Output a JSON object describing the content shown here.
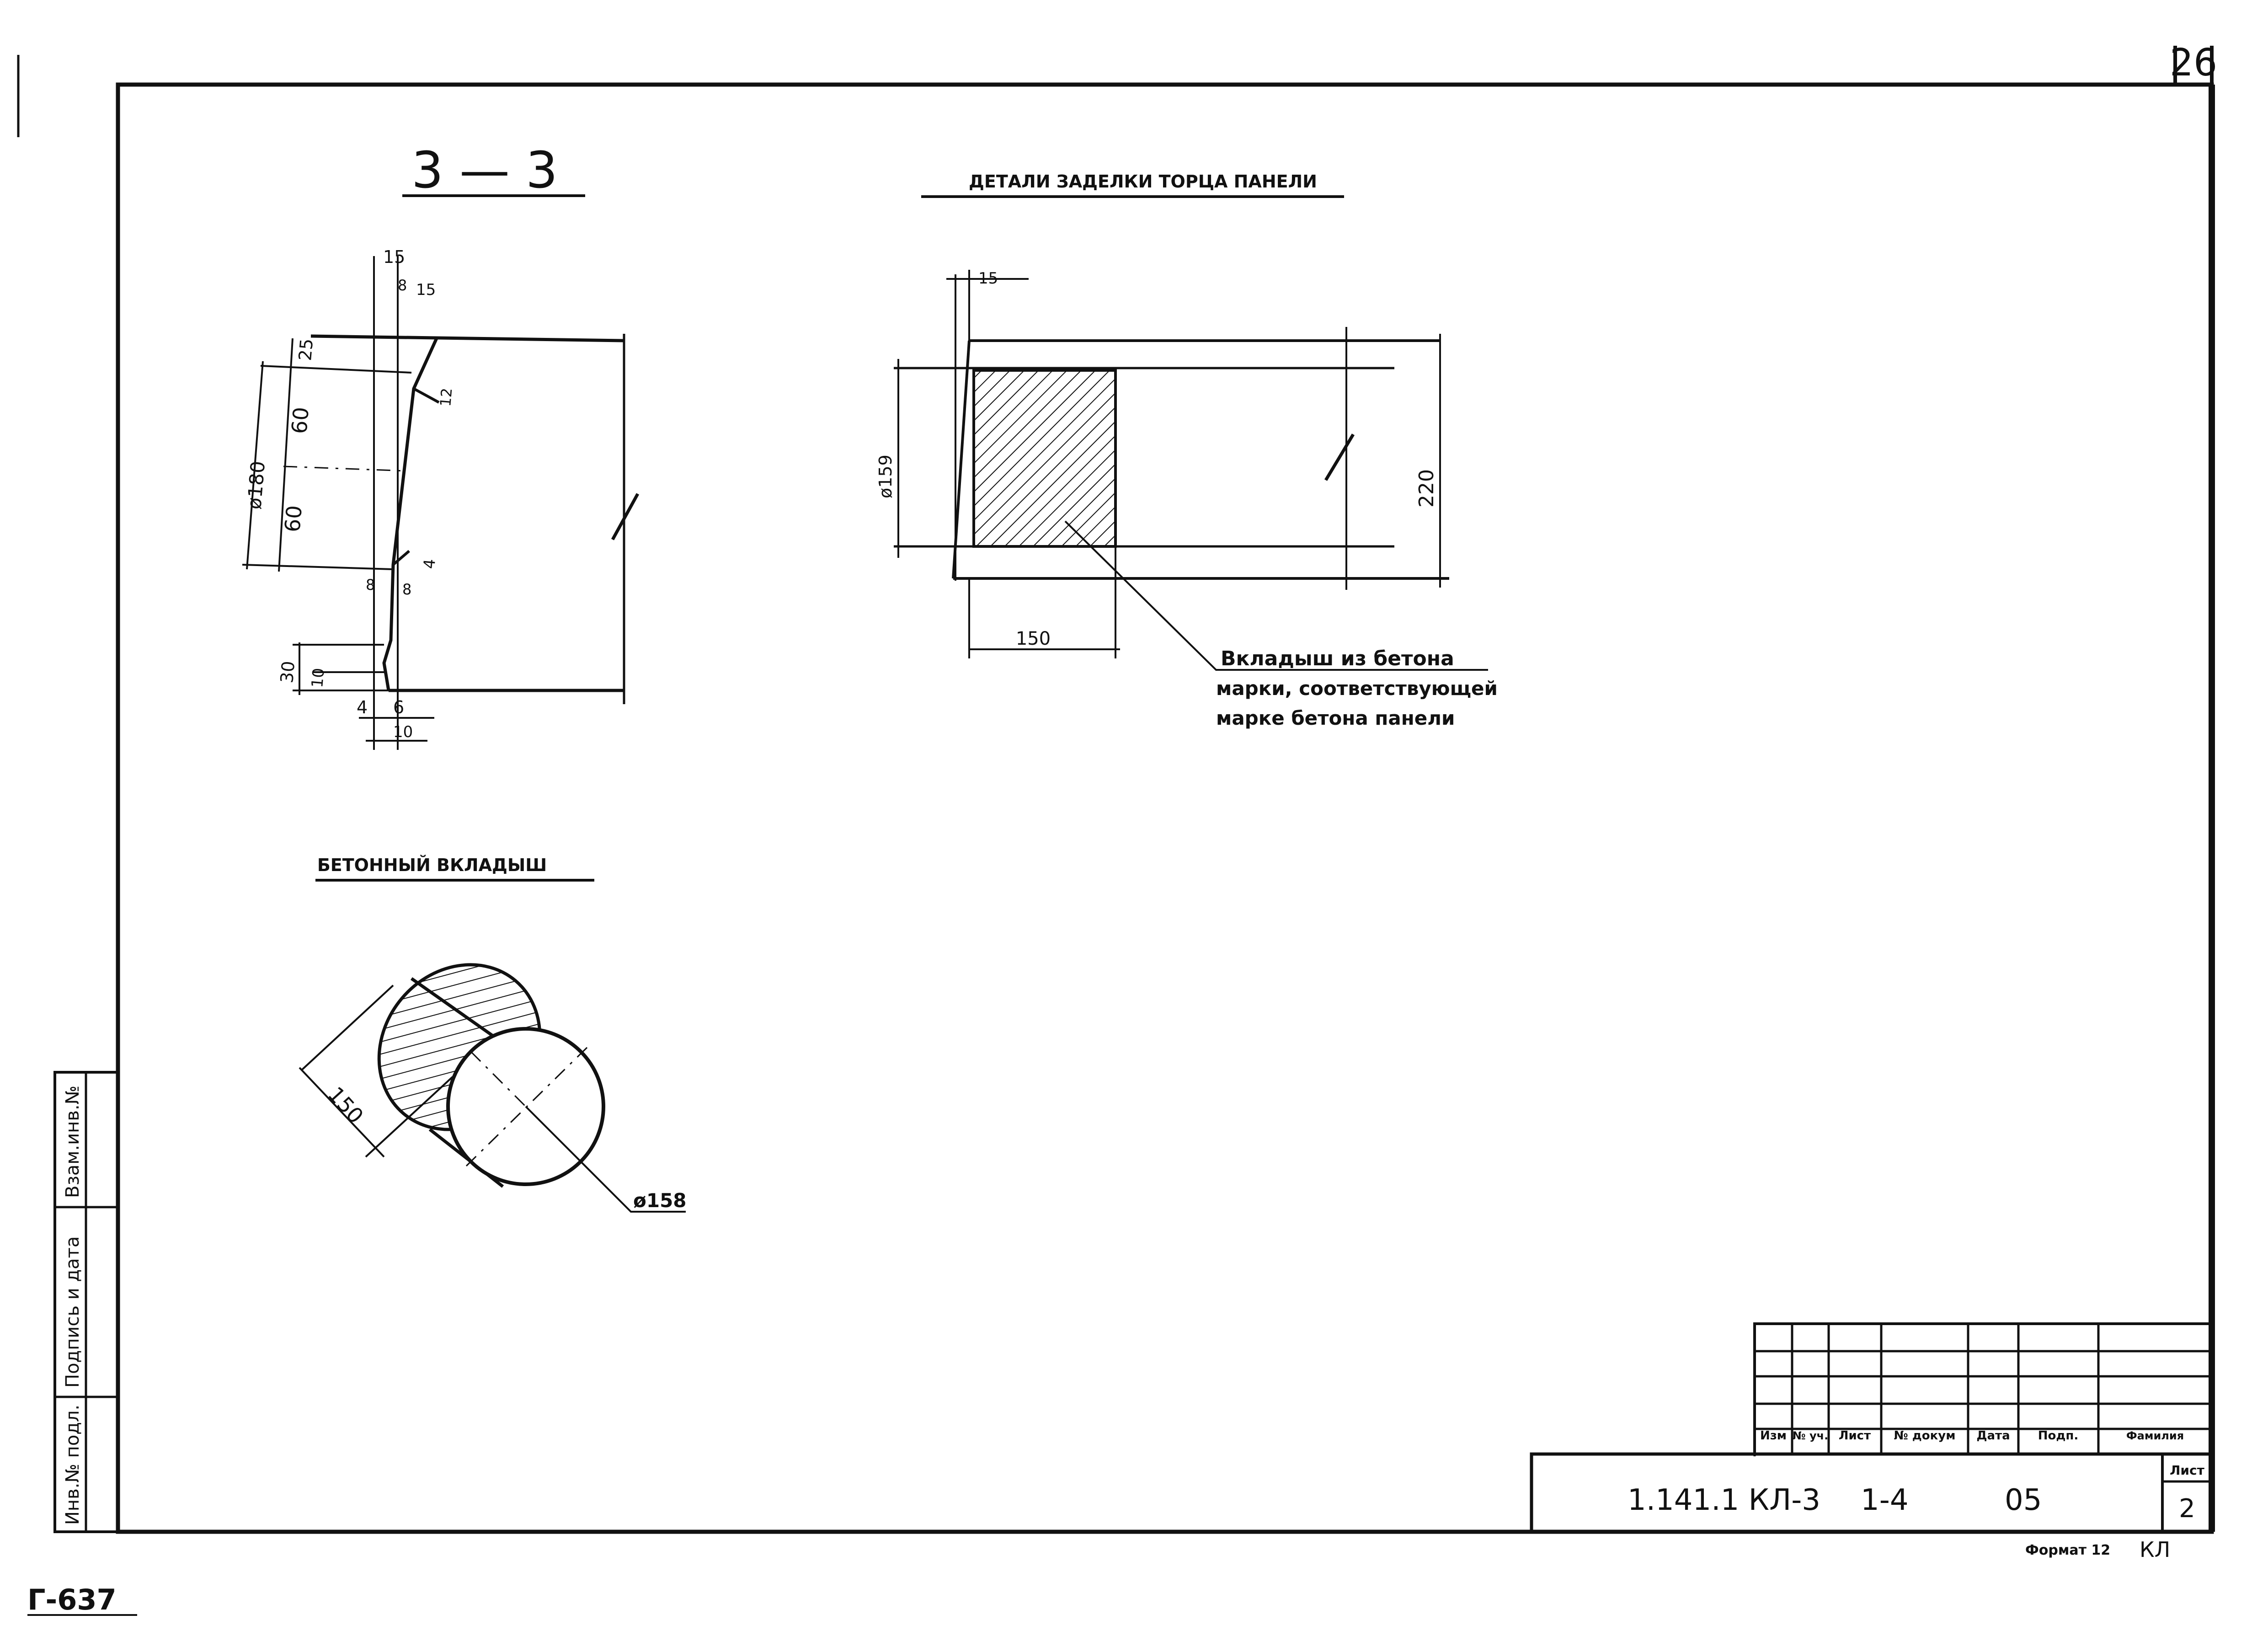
{
  "sheet": {
    "page_number": "26",
    "stamp": "Г-637",
    "format_label": "Формат 12",
    "corner_mark": "КЛ"
  },
  "section_3_3": {
    "title": "3 — 3",
    "dims": {
      "d15_top": "15",
      "d8": "8",
      "d15_b": "15",
      "d25": "25",
      "d60_upper": "60",
      "d60_lower": "60",
      "d12_right": "12",
      "diam180": "ø180",
      "d8_low": "8",
      "d8_low2": "8",
      "d4_right": "4",
      "d30": "30",
      "d10_left": "10",
      "d4_bottom": "4",
      "d6_bottom": "6",
      "d10_bottom": "10"
    }
  },
  "end_detail": {
    "title": "ДЕТАЛИ ЗАДЕЛКИ ТОРЦА ПАНЕЛИ",
    "dims": {
      "d15": "15",
      "diam159": "ø159",
      "d220": "220",
      "d150": "150"
    },
    "callout": [
      "Вкладыш из бетона",
      "марки, соответствующей",
      "марке бетона панели"
    ]
  },
  "insert": {
    "title": "БЕТОННЫЙ ВКЛАДЫШ",
    "dims": {
      "length": "150",
      "diameter": "ø158"
    }
  },
  "side_stamp": {
    "cells": [
      "Взам.инв.№",
      "Подпись и дата",
      "Инв.№ подл."
    ]
  },
  "title_block": {
    "headers": [
      "Изм",
      "№ уч.",
      "Лист",
      "№ докум",
      "Дата",
      "Подп.",
      "Фамилия"
    ],
    "code_parts": [
      "1.141.1 КЛ-3",
      "1-4",
      "05"
    ],
    "sheet_label": "Лист",
    "sheet_value": "2"
  }
}
